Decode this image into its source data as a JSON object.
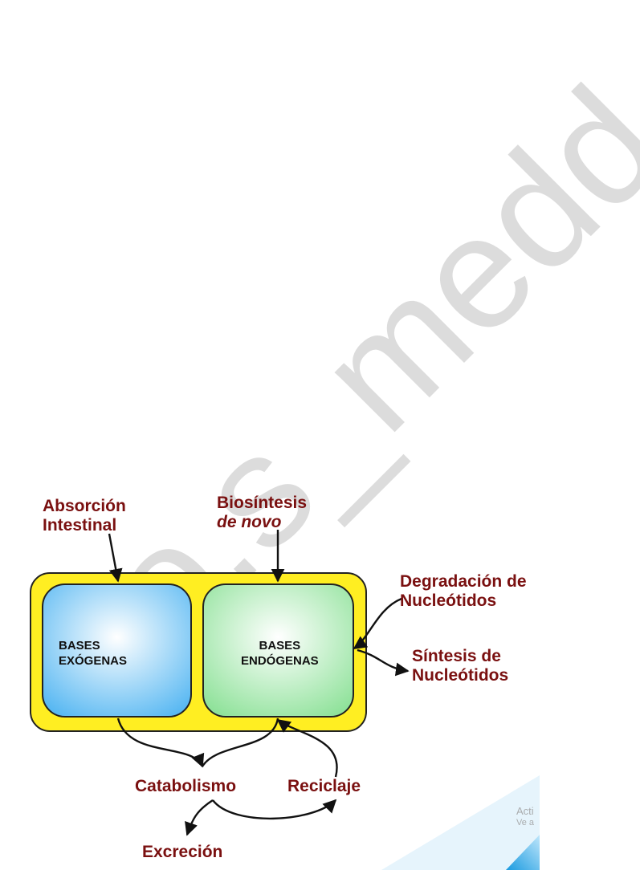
{
  "watermark": {
    "text": "c.o.s_medd",
    "color": "#dcdcdc"
  },
  "diagram": {
    "colors": {
      "outer_fill": "#ffee22",
      "outer_stroke": "#222222",
      "exogenous_fill_center": "#ffffff",
      "exogenous_fill_edge": "#58b8f2",
      "endogenous_fill_center": "#ffffff",
      "endogenous_fill_edge": "#8fe29a",
      "label_color": "#7a1010",
      "arrow_color": "#111111"
    },
    "boxes": {
      "exogenous": {
        "line1": "BASES",
        "line2": "EXÓGENAS"
      },
      "endogenous": {
        "line1": "BASES",
        "line2": "ENDÓGENAS"
      }
    },
    "labels": {
      "absorcion": {
        "line1": "Absorción",
        "line2": "Intestinal"
      },
      "biosintesis": {
        "line1": "Biosíntesis",
        "line2": "de novo"
      },
      "degradacion": {
        "line1": "Degradación de",
        "line2": "Nucleótidos"
      },
      "sintesis": {
        "line1": "Síntesis de",
        "line2": "Nucleótidos"
      },
      "catabolismo": "Catabolismo",
      "reciclaje": "Reciclaje",
      "excrecion": "Excreción"
    }
  },
  "os_overlay": {
    "line1": "Acti",
    "line2": "Ve a"
  }
}
